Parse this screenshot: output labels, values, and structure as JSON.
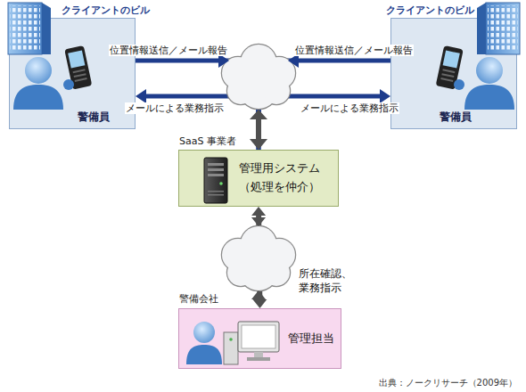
{
  "diagram": {
    "caption": "出典：ノークリサーチ（2009年）",
    "nodes": [
      {
        "text": [
          "クライアントのビル",
          "警備員"
        ]
      },
      {
        "text": [
          "クライアントのビル",
          "警備員"
        ]
      },
      {
        "text": [
          "SaaS 事業者",
          "管理用システム （処理を仲介）"
        ]
      },
      {
        "text": [
          "警備会社",
          "管理担当"
        ]
      }
    ],
    "edges": [
      {
        "from": 0,
        "to": 2,
        "arrow": "to",
        "label": "位置情報送信／メール報告"
      },
      {
        "from": 2,
        "to": 0,
        "arrow": "to",
        "label": "メールによる業務指示"
      },
      {
        "from": 1,
        "to": 2,
        "arrow": "to",
        "label": "位置情報送信／メール報告"
      },
      {
        "from": 2,
        "to": 1,
        "arrow": "to",
        "label": "メールによる業務指示"
      },
      {
        "from": 2,
        "to": 3,
        "arrow": "both",
        "label": "所在確認、業務指示"
      }
    ]
  }
}
